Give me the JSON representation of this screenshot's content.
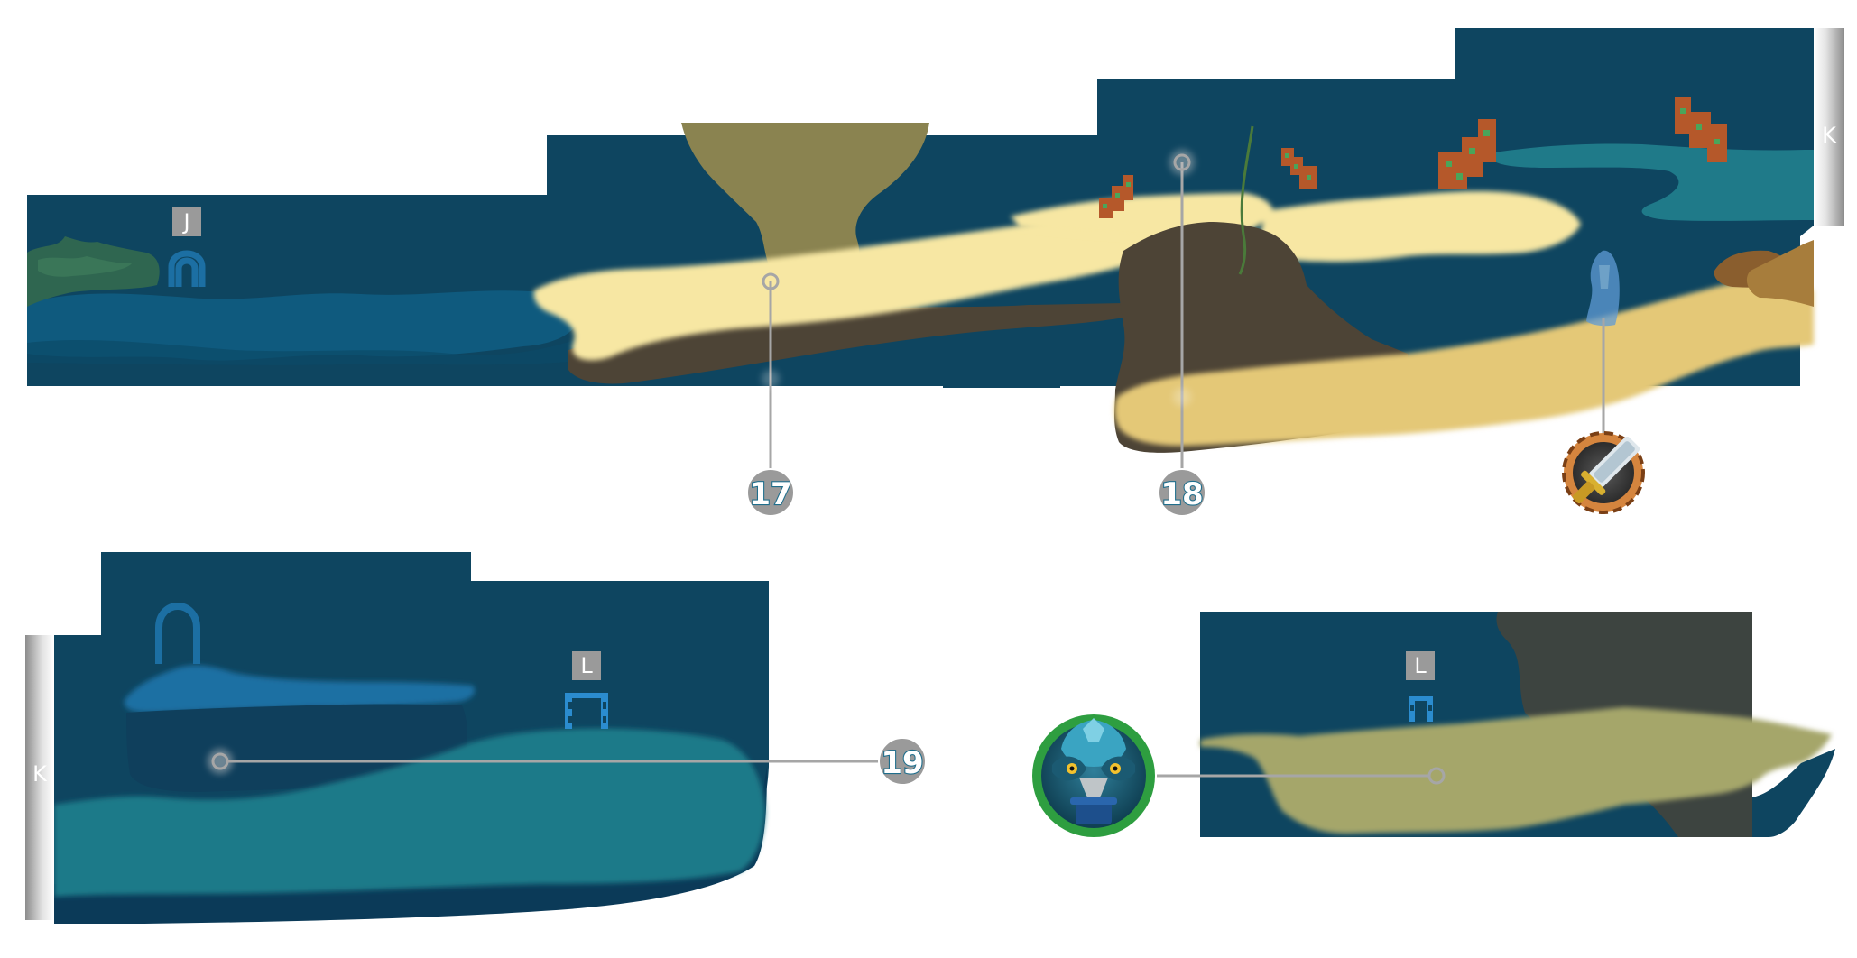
{
  "map": {
    "colors": {
      "background": "#ffffff",
      "deep_water": "#0e4560",
      "water": "#0f5a7e",
      "teal_water": "#1f7a89",
      "light_teal": "#2b8aa0",
      "sand_light": "#f7e7a3",
      "sand_dark": "#e4c877",
      "mud": "#4d4436",
      "olive": "#8a8350",
      "pale_olive": "#a5a66a",
      "dark_olive": "#3d4440",
      "coral": "#b5582a",
      "coral_spot": "#4aa55a",
      "leader_line": "#a6a6a6",
      "callout_fill": "#9a9a9a",
      "callout_text": "#ffffff",
      "callout_outline": "#1f6e8c",
      "marker_tag": "#9a9a9a",
      "portal": "#1c6fa3",
      "gate": "#2b8ccf",
      "relic_ring": "#d5853e",
      "creature_ring": "#2e9e40"
    },
    "callouts": [
      {
        "label": "17"
      },
      {
        "label": "18"
      },
      {
        "label": "19"
      }
    ],
    "area_markers": [
      {
        "label": "J"
      },
      {
        "label": "L"
      },
      {
        "label": "L"
      }
    ],
    "edge_markers": [
      {
        "label": "K"
      },
      {
        "label": "K"
      }
    ],
    "icons": [
      "arch-portal-icon",
      "dashed-gate-icon",
      "crystal-dagger-relic-icon",
      "owl-guardian-creature-icon",
      "coral-reef-icon",
      "ghost-statue-icon",
      "shell-rock-icon",
      "seaweed-icon"
    ]
  }
}
